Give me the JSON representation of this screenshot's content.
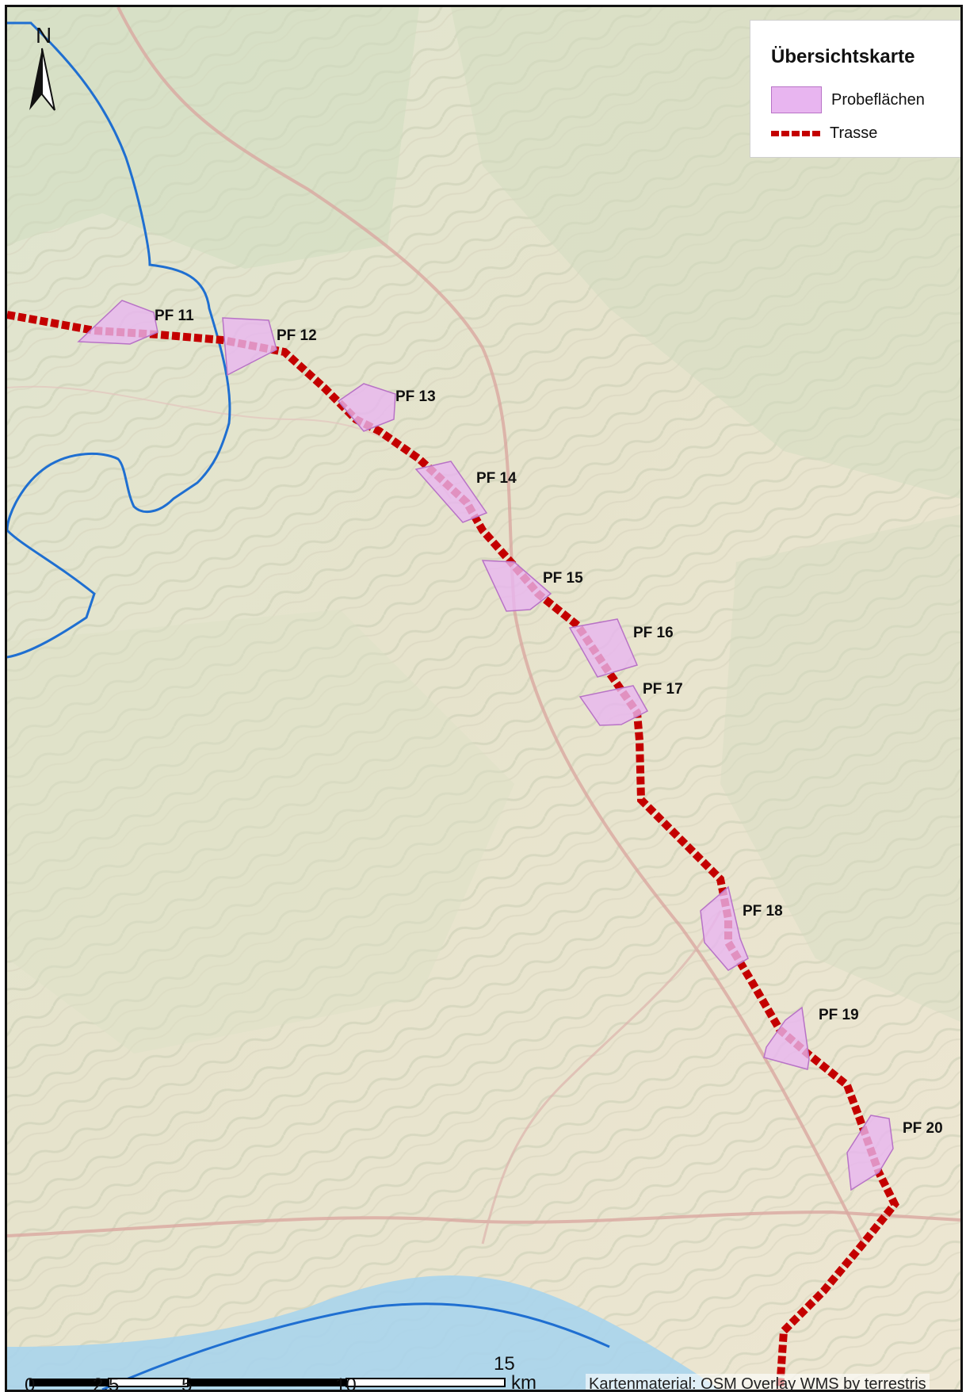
{
  "legend": {
    "title": "Übersichtskarte",
    "sample_areas_label": "Probeflächen",
    "route_label": "Trasse"
  },
  "north_label": "N",
  "sample_areas": [
    {
      "label": "PF 11"
    },
    {
      "label": "PF 12"
    },
    {
      "label": "PF 13"
    },
    {
      "label": "PF 14"
    },
    {
      "label": "PF 15"
    },
    {
      "label": "PF 16"
    },
    {
      "label": "PF 17"
    },
    {
      "label": "PF 18"
    },
    {
      "label": "PF 19"
    },
    {
      "label": "PF 20"
    }
  ],
  "scale_bar": {
    "labels": [
      "0",
      "2,5",
      "5",
      "10",
      "15"
    ],
    "unit": "km"
  },
  "attribution": "Kartenmaterial: OSM Overlay WMS by terrestris",
  "colors": {
    "route": "#c40000",
    "sample_area_fill": "#e8b5f0",
    "sample_area_stroke": "#b873c6",
    "boundary": "#1f6fd1",
    "river": "#a8d4ec",
    "roads": "#d9a7a0"
  }
}
